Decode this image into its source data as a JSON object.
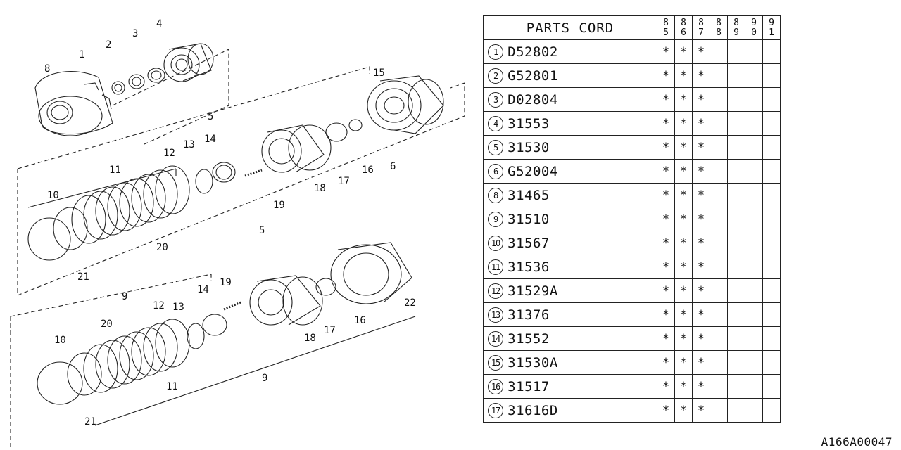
{
  "diagram": {
    "callouts": [
      "1",
      "2",
      "3",
      "4",
      "8",
      "15",
      "5",
      "14",
      "13",
      "12",
      "11",
      "10",
      "20",
      "21",
      "19",
      "18",
      "17",
      "16",
      "6",
      "5",
      "9",
      "14",
      "13",
      "12",
      "20",
      "10",
      "21",
      "19",
      "18",
      "17",
      "16",
      "22",
      "9",
      "11"
    ]
  },
  "table": {
    "header": "PARTS CORD",
    "years": [
      [
        "8",
        "5"
      ],
      [
        "8",
        "6"
      ],
      [
        "8",
        "7"
      ],
      [
        "8",
        "8"
      ],
      [
        "8",
        "9"
      ],
      [
        "9",
        "0"
      ],
      [
        "9",
        "1"
      ]
    ],
    "rows": [
      {
        "no": "1",
        "code": "D52802",
        "marks": [
          "*",
          "*",
          "*",
          "",
          "",
          "",
          ""
        ]
      },
      {
        "no": "2",
        "code": "G52801",
        "marks": [
          "*",
          "*",
          "*",
          "",
          "",
          "",
          ""
        ]
      },
      {
        "no": "3",
        "code": "D02804",
        "marks": [
          "*",
          "*",
          "*",
          "",
          "",
          "",
          ""
        ]
      },
      {
        "no": "4",
        "code": "31553",
        "marks": [
          "*",
          "*",
          "*",
          "",
          "",
          "",
          ""
        ]
      },
      {
        "no": "5",
        "code": "31530",
        "marks": [
          "*",
          "*",
          "*",
          "",
          "",
          "",
          ""
        ]
      },
      {
        "no": "6",
        "code": "G52004",
        "marks": [
          "*",
          "*",
          "*",
          "",
          "",
          "",
          ""
        ]
      },
      {
        "no": "8",
        "code": "31465",
        "marks": [
          "*",
          "*",
          "*",
          "",
          "",
          "",
          ""
        ]
      },
      {
        "no": "9",
        "code": "31510",
        "marks": [
          "*",
          "*",
          "*",
          "",
          "",
          "",
          ""
        ]
      },
      {
        "no": "10",
        "code": "31567",
        "marks": [
          "*",
          "*",
          "*",
          "",
          "",
          "",
          ""
        ]
      },
      {
        "no": "11",
        "code": "31536",
        "marks": [
          "*",
          "*",
          "*",
          "",
          "",
          "",
          ""
        ]
      },
      {
        "no": "12",
        "code": "31529A",
        "marks": [
          "*",
          "*",
          "*",
          "",
          "",
          "",
          ""
        ]
      },
      {
        "no": "13",
        "code": "31376",
        "marks": [
          "*",
          "*",
          "*",
          "",
          "",
          "",
          ""
        ]
      },
      {
        "no": "14",
        "code": "31552",
        "marks": [
          "*",
          "*",
          "*",
          "",
          "",
          "",
          ""
        ]
      },
      {
        "no": "15",
        "code": "31530A",
        "marks": [
          "*",
          "*",
          "*",
          "",
          "",
          "",
          ""
        ]
      },
      {
        "no": "16",
        "code": "31517",
        "marks": [
          "*",
          "*",
          "*",
          "",
          "",
          "",
          ""
        ]
      },
      {
        "no": "17",
        "code": "31616D",
        "marks": [
          "*",
          "*",
          "*",
          "",
          "",
          "",
          ""
        ]
      }
    ]
  },
  "reference_code": "A166A00047"
}
